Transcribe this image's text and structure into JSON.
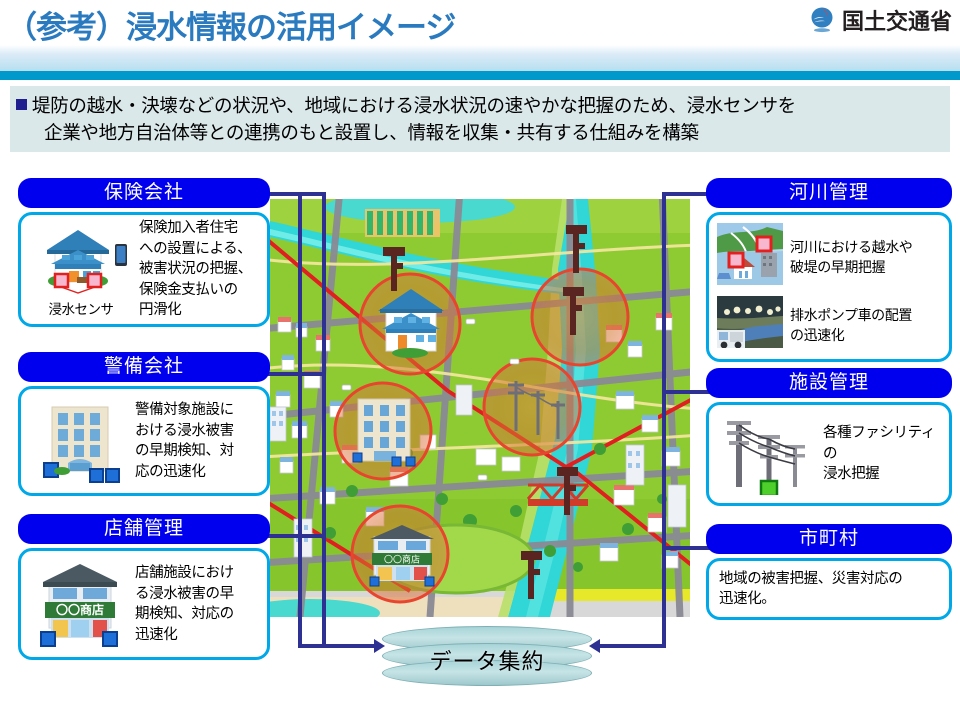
{
  "header": {
    "title": "（参考）浸水情報の活用イメージ",
    "ministry": "国土交通省",
    "logo_icon": "mlit-logo-icon",
    "accent_color": "#0099cc",
    "title_color": "#2a7ac0"
  },
  "lead": {
    "bullet_color": "#1f1f8f",
    "line1": "堤防の越水・決壊などの状況や、地域における浸水状況の速やかな把握のため、浸水センサを",
    "line2": "企業や地方自治体等との連携のもと設置し、情報を収集・共有する仕組みを構築"
  },
  "panels": {
    "insurance": {
      "title": "保険会社",
      "icon": "house-with-sensors-icon",
      "phone_icon": "smartphone-icon",
      "sensor_caption": "浸水センサ",
      "text": "保険加入者住宅\nへの設置による、\n被害状況の把握、\n保険金支払いの\n円滑化"
    },
    "security": {
      "title": "警備会社",
      "icon": "office-building-icon",
      "text": "警備対象施設に\nおける浸水被害\nの早期検知、対\n応の迅速化"
    },
    "store": {
      "title": "店舗管理",
      "icon": "shop-icon",
      "shop_sign": "〇〇商店",
      "text": "店舗施設におけ\nる浸水被害の早\n期検知、対応の\n迅速化"
    },
    "river": {
      "title": "河川管理",
      "items": [
        {
          "icon": "flood-levee-breach-photo",
          "text": "河川における越水や\n破堤の早期把握"
        },
        {
          "icon": "drainage-pump-truck-photo",
          "text": "排水ポンプ車の配置\nの迅速化"
        }
      ]
    },
    "facility": {
      "title": "施設管理",
      "icon": "utility-pole-icon",
      "text": "各種ファシリティの\n浸水把握"
    },
    "municipality": {
      "title": "市町村",
      "text": "地域の被害把握、災害対応の\n迅速化。"
    }
  },
  "database": {
    "label": "データ集約",
    "icon": "database-cylinder-icon"
  },
  "map": {
    "name": "aerial-town-illustration",
    "sensor_zones": [
      "house-zone",
      "river-junction-zone",
      "office-building-zone",
      "utility-pole-zone",
      "shop-zone"
    ],
    "sensor_pole_icon": "flood-sensor-pole-icon",
    "bridge_icon": "red-truss-bridge-icon",
    "river_color": "#31d6d6",
    "land_color": "#8dcb2a",
    "zone_color": "#e8452f"
  },
  "colors": {
    "panel_header_bg": "#0000ee",
    "panel_border": "#00a8e8",
    "connector": "#2e3192",
    "lead_bg": "#dbe8ea"
  }
}
